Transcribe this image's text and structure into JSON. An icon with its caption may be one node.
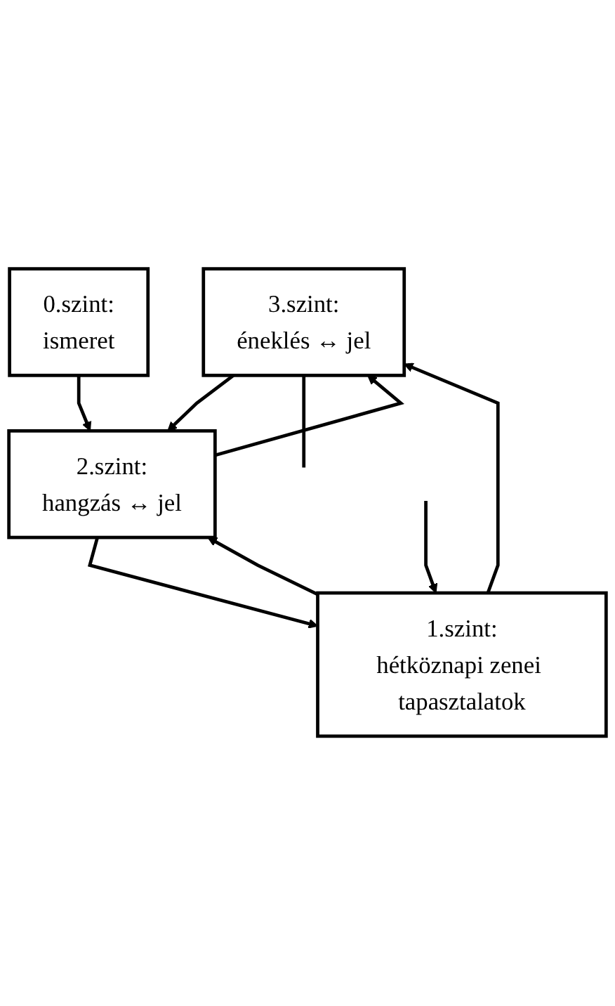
{
  "diagram": {
    "nodes": [
      {
        "text": [
          "3.szint:",
          "éneklés ↔ jel"
        ]
      },
      {
        "text": [
          "2.szint:",
          "hangzás ↔ jel"
        ]
      },
      {
        "text": [
          "1.szint:",
          "hétköznapi zenei tapasztalatok"
        ]
      },
      {
        "text": [
          "0.szint:",
          "ismeret"
        ]
      }
    ],
    "edges": [
      {
        "from": 1,
        "to": 0,
        "arrow": "to"
      },
      {
        "from": 0,
        "to": 1,
        "arrow": "to"
      },
      {
        "from": 2,
        "to": 1,
        "arrow": "to"
      },
      {
        "from": 1,
        "to": 2,
        "arrow": "to"
      },
      {
        "from": 3,
        "to": 1,
        "arrow": "to"
      },
      {
        "from": 2,
        "to": 0,
        "arrow": "to"
      },
      {
        "from": 0,
        "to": null,
        "arrow": "none"
      },
      {
        "from": null,
        "to": 2,
        "arrow": "to"
      }
    ]
  }
}
